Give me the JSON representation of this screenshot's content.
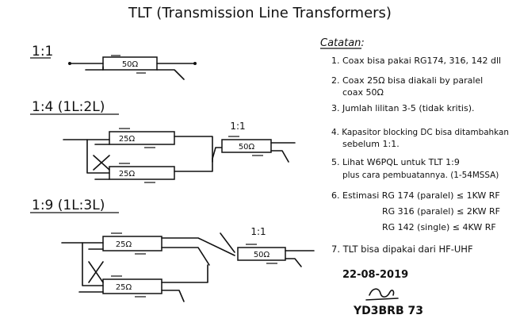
{
  "title": "TLT (Transmission Line Transformers)",
  "sections": [
    {
      "ratio_label": "1:1",
      "coax_labels": [
        "50Ω"
      ]
    },
    {
      "ratio_label": "1:4 (1L:2L)",
      "coax_labels": [
        "25Ω",
        "25Ω"
      ],
      "stage_label": "1:1",
      "stage_coax": "50Ω"
    },
    {
      "ratio_label": "1:9 (1L:3L)",
      "coax_labels": [
        "25Ω",
        "25Ω"
      ],
      "stage_label": "1:1",
      "stage_coax": "50Ω"
    }
  ],
  "notes": {
    "heading": "Catatan:",
    "items": [
      "1. Coax bisa pakai RG174, 316, 142 dll",
      "2. Coax 25Ω bisa diakali by paralel",
      "coax 50Ω",
      "3. Jumlah lilitan 3-5 (tidak kritis).",
      "4. Kapasitor blocking DC bisa ditambahkan",
      "sebelum 1:1.",
      "5. Lihat W6PQL untuk TLT 1:9",
      "plus cara pembuatannya. (1-54MSSA)",
      "6. Estimasi RG 174 (paralel) ≤ 1KW RF",
      "RG 316 (paralel) ≤ 2KW RF",
      "RG 142 (single) ≤ 4KW RF",
      "7. TLT bisa dipakai dari HF-UHF"
    ],
    "date": "22-08-2019",
    "callsign": "YD3BRB 73"
  }
}
